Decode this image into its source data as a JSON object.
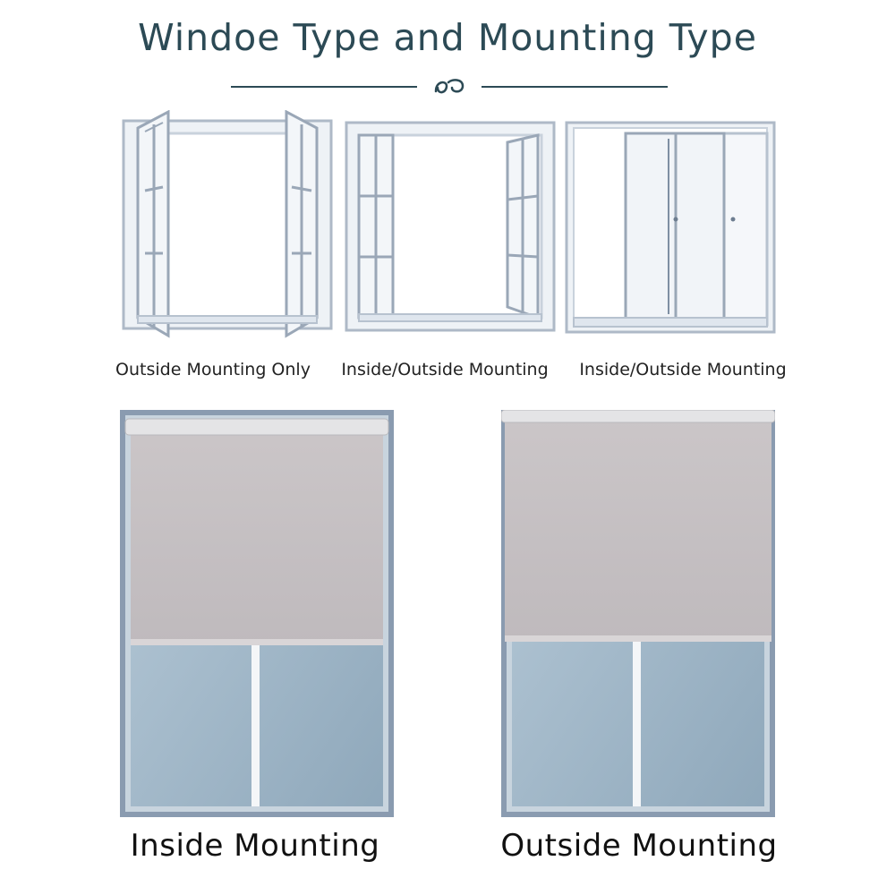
{
  "title": "Windoe Type and Mounting Type",
  "ornament_icon": "s-curl-ornament-icon",
  "window_types": [
    {
      "label": "Outside Mounting Only",
      "icon": "casement-window-open-icon"
    },
    {
      "label": "Inside/Outside Mounting",
      "icon": "casement-window-half-open-icon"
    },
    {
      "label": "Inside/Outside Mounting",
      "icon": "sliding-window-icon"
    }
  ],
  "mounting_types": [
    {
      "label": "Inside Mounting",
      "icon": "inside-mount-roller-blind-icon"
    },
    {
      "label": "Outside Mounting",
      "icon": "outside-mount-roller-blind-icon"
    }
  ],
  "colors": {
    "title": "#2c4a55",
    "frame": "#8a9bb0",
    "shade": "#c4bfc1",
    "glass": "#9fb6c8"
  }
}
